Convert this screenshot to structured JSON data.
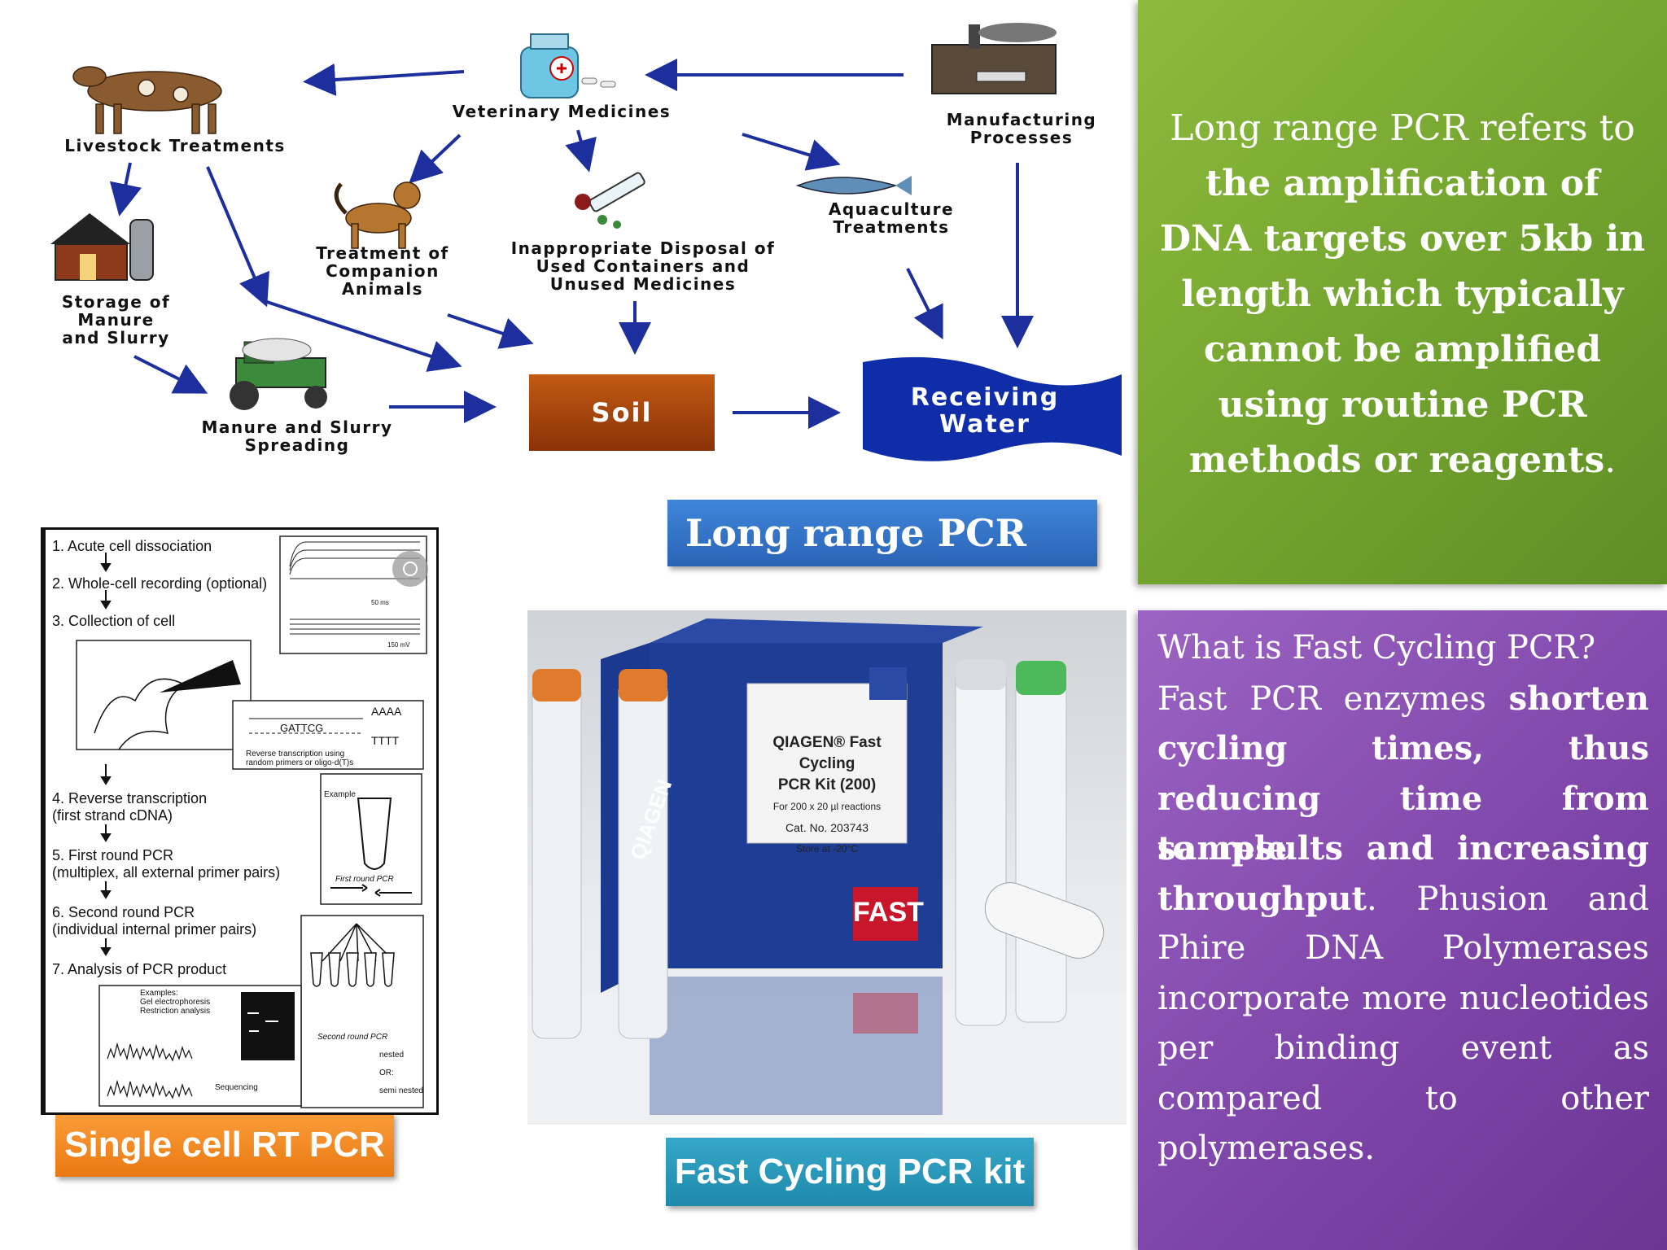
{
  "diagram": {
    "veterinary_medicines": "Veterinary Medicines",
    "livestock_treatments": "Livestock Treatments",
    "manufacturing_processes": "Manufacturing\nProcesses",
    "storage": "Storage of\nManure\nand Slurry",
    "companion_animals": "Treatment of\nCompanion\nAnimals",
    "disposal": "Inappropriate Disposal of\nUsed Containers and\nUnused Medicines",
    "aquaculture": "Aquaculture\nTreatments",
    "manure_spreading": "Manure and Slurry\nSpreading",
    "soil": "Soil",
    "receiving_water": "Receiving\nWater"
  },
  "green_box": {
    "text_plain_1": "Long range PCR refers to ",
    "text_bold": "the amplification of DNA targets over 5kb in length which typically cannot be amplified using routine PCR methods or reagents",
    "text_plain_2": "."
  },
  "purple_box": {
    "line1": "What is Fast Cycling PCR?",
    "line2a": "Fast PCR enzymes ",
    "line2b": "shorten",
    "line3": "cycling times, thus",
    "line4": "reducing time from sample",
    "line5": "to results and increasing",
    "line6a": "throughput",
    "line6b": ". Phusion and",
    "line7": "Phire DNA Polymerases",
    "line8": "incorporate more nucleotides",
    "line9": "per binding event as",
    "line10": "compared to other",
    "line11": "polymerases."
  },
  "banners": {
    "long_range": "Long range PCR",
    "single_cell": "Single cell RT PCR",
    "fast_cycling": "Fast Cycling PCR kit"
  },
  "rt_figure": {
    "step1": "1. Acute cell dissociation",
    "step2": "2. Whole-cell recording (optional)",
    "step3": "3. Collection of cell",
    "step4": "4. Reverse transcription\n    (first strand cDNA)",
    "step5": "5. First round PCR\n    (multiplex, all external primer pairs)",
    "step6": "6. Second round PCR\n    (individual internal primer pairs)",
    "step7": "7. Analysis of PCR product",
    "seq_aaaa": "AAAA",
    "seq_tttt": "TTTT",
    "seq_gattcg": "GATTCG",
    "rt_note": "Reverse transcription using\nrandom primers or oligo-d(T)s",
    "example": "Example",
    "first_round": "First round PCR",
    "second_round": "Second round PCR",
    "examples": "Examples:\nGel electrophoresis\nRestriction analysis",
    "sequencing": "Sequencing",
    "nested": "nested",
    "or": "OR:",
    "semi_nested": "semi nested",
    "scale_1": "150 mV",
    "scale_2": "50 ms"
  },
  "photo": {
    "box_line1": "QIAGEN® Fast Cycling",
    "box_line2": "PCR Kit (200)",
    "box_line3": "For 200 x 20 µl reactions",
    "box_line4": "Cat. No. 203743",
    "box_line5": "Store at -20°C",
    "fast_label": "FAST",
    "brand": "QIAGEN"
  }
}
